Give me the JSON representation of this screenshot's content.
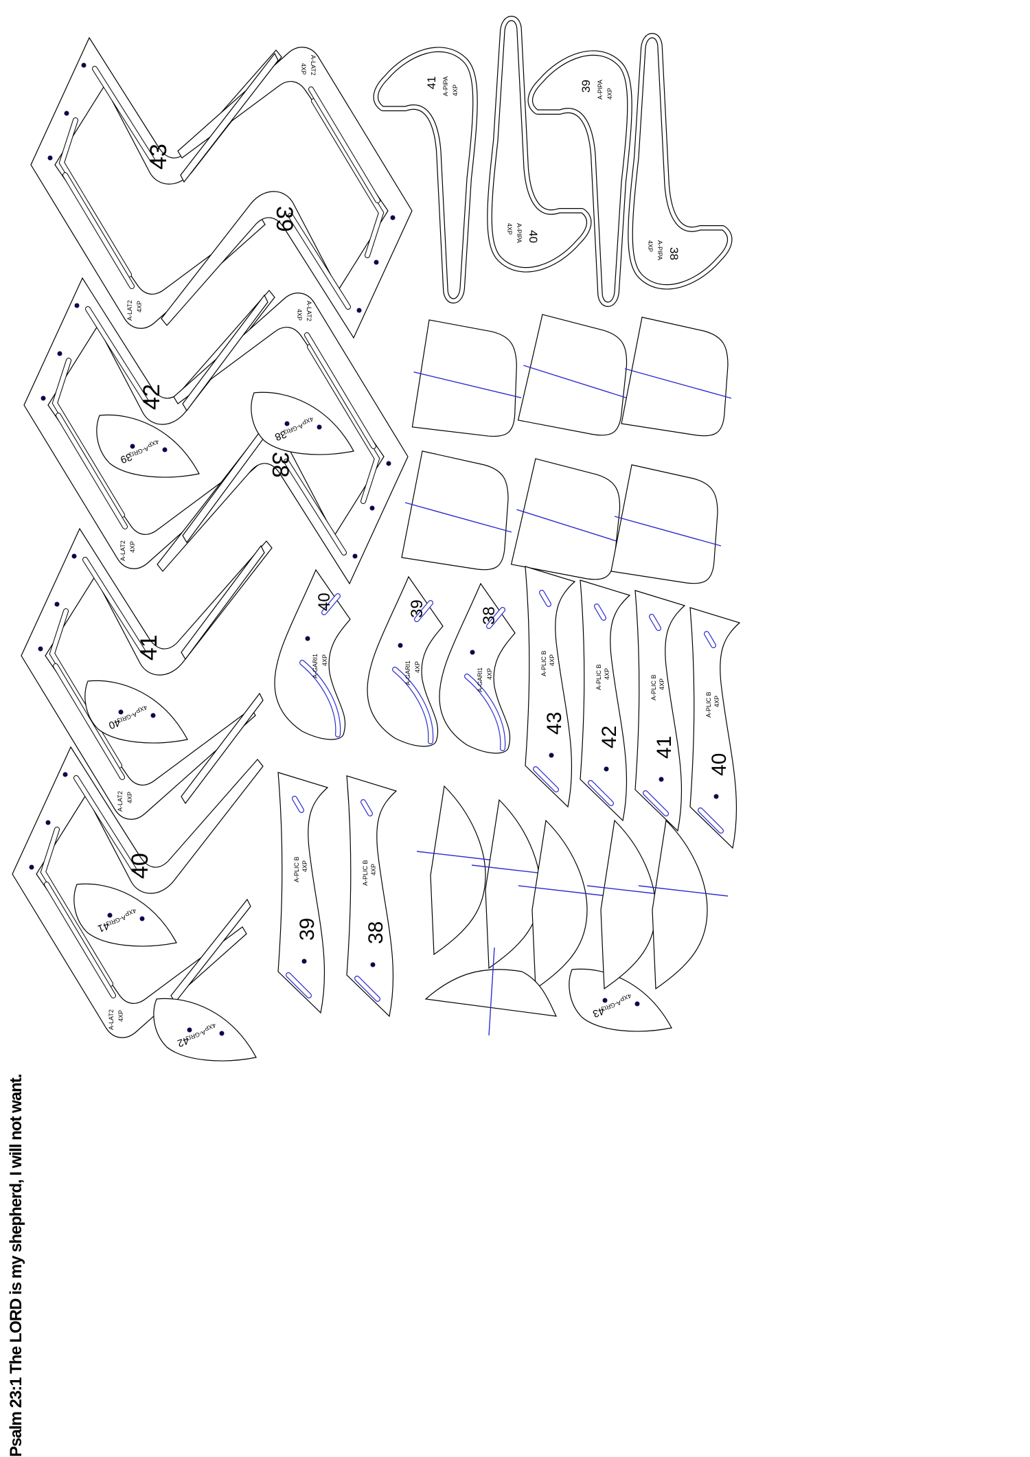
{
  "title": "Psalm 23:1 The LORD is my shepherd, I will not want.",
  "pieces": {
    "lat2": {
      "code": "A-LAT2",
      "qty": "4XP",
      "sizes": [
        "43",
        "42",
        "41",
        "40",
        "39",
        "38"
      ]
    },
    "pipa": {
      "code": "A-PIPA",
      "qty": "4XP",
      "sizes": [
        "41",
        "40",
        "39",
        "38"
      ]
    },
    "gri3": {
      "code": "A-GRI3",
      "qty": "4XP",
      "sizes": [
        "39",
        "38",
        "40",
        "41",
        "42",
        "43"
      ]
    },
    "gari1": {
      "code": "A-GARI1",
      "qty": "4XP",
      "sizes": [
        "40",
        "39",
        "38"
      ]
    },
    "plic_b": {
      "code": "A-PLIC B",
      "qty": "4XP",
      "sizes": [
        "43",
        "42",
        "41",
        "40",
        "39",
        "38"
      ]
    }
  },
  "colors": {
    "outline": "#000000",
    "marker": "#2a2ad0",
    "dot": "#0a0a4a"
  }
}
